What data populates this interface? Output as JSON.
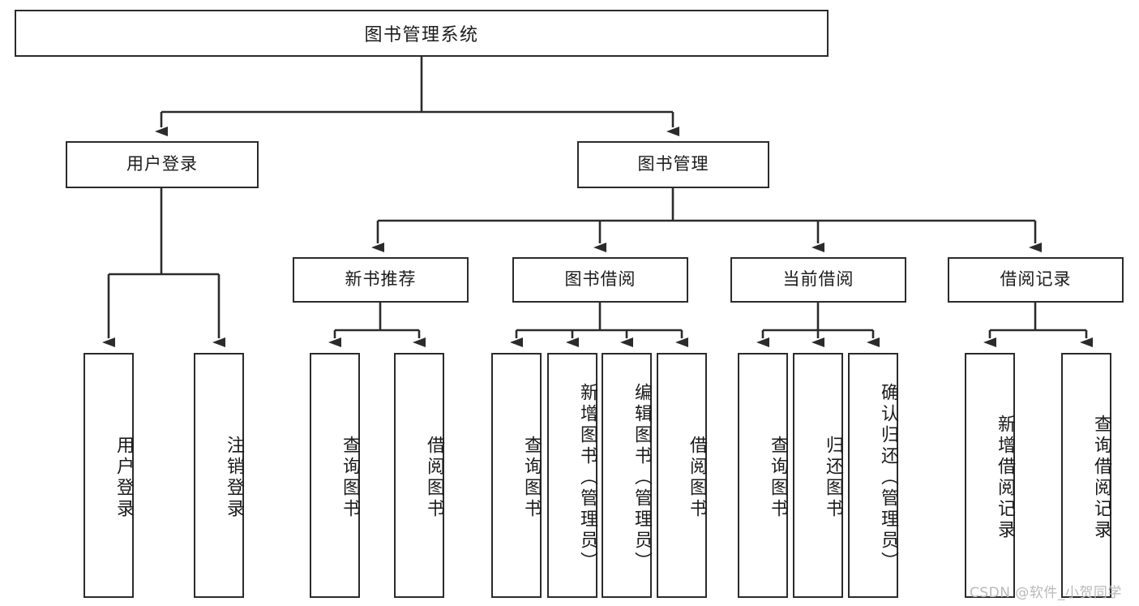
{
  "diagram": {
    "title": "图书管理系统",
    "type": "tree",
    "watermark": "CSDN @软件_小贺同学",
    "colors": {
      "box_border": "#2b2b2b",
      "box_fill": "#ffffff",
      "edge": "#2b2b2b",
      "text": "#1b1b1b",
      "watermark": "#b9b9b9",
      "background": "#ffffff"
    },
    "root": {
      "label": "图书管理系统"
    },
    "level2": [
      {
        "id": "user-login",
        "label": "用户登录"
      },
      {
        "id": "book-manage",
        "label": "图书管理"
      }
    ],
    "level3": [
      {
        "id": "new-book-recommend",
        "label": "新书推荐",
        "parent": "book-manage"
      },
      {
        "id": "book-borrow",
        "label": "图书借阅",
        "parent": "book-manage"
      },
      {
        "id": "current-borrow",
        "label": "当前借阅",
        "parent": "book-manage"
      },
      {
        "id": "borrow-record",
        "label": "借阅记录",
        "parent": "book-manage"
      }
    ],
    "leaves": [
      {
        "id": "leaf-user-login",
        "label": "用户登录",
        "parent": "user-login"
      },
      {
        "id": "leaf-logout-login",
        "label": "注销登录",
        "parent": "user-login"
      },
      {
        "id": "leaf-query-book-1",
        "label": "查询图书",
        "parent": "new-book-recommend"
      },
      {
        "id": "leaf-borrow-book-1",
        "label": "借阅图书",
        "parent": "new-book-recommend"
      },
      {
        "id": "leaf-query-book-2",
        "label": "查询图书",
        "parent": "book-borrow"
      },
      {
        "id": "leaf-add-book",
        "label": "新增图书（管理员）",
        "parent": "book-borrow"
      },
      {
        "id": "leaf-edit-book",
        "label": "编辑图书（管理员）",
        "parent": "book-borrow"
      },
      {
        "id": "leaf-borrow-book-2",
        "label": "借阅图书",
        "parent": "book-borrow"
      },
      {
        "id": "leaf-query-book-3",
        "label": "查询图书",
        "parent": "current-borrow"
      },
      {
        "id": "leaf-return-book",
        "label": "归还图书",
        "parent": "current-borrow"
      },
      {
        "id": "leaf-confirm-return",
        "label": "确认归还（管理员）",
        "parent": "current-borrow"
      },
      {
        "id": "leaf-add-record",
        "label": "新增借阅记录",
        "parent": "borrow-record"
      },
      {
        "id": "leaf-query-record",
        "label": "查询借阅记录",
        "parent": "borrow-record"
      }
    ]
  }
}
